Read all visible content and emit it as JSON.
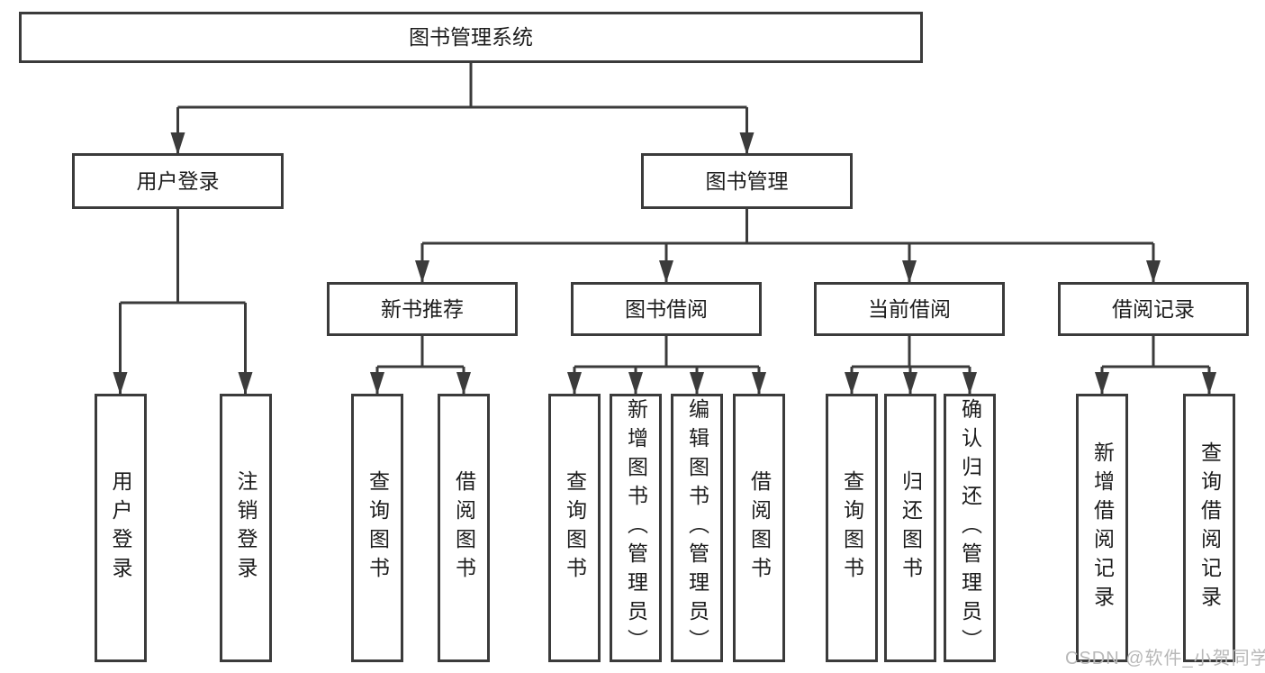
{
  "diagram": {
    "root": {
      "label": "图书管理系统"
    },
    "branches": [
      {
        "label": "用户登录",
        "children": [
          {
            "label": "用户登录"
          },
          {
            "label": "注销登录"
          }
        ]
      },
      {
        "label": "图书管理",
        "children": [
          {
            "label": "新书推荐",
            "children": [
              {
                "label": "查询图书"
              },
              {
                "label": "借阅图书"
              }
            ]
          },
          {
            "label": "图书借阅",
            "children": [
              {
                "label": "查询图书"
              },
              {
                "label": "新增图书（管理员）"
              },
              {
                "label": "编辑图书（管理员）"
              },
              {
                "label": "借阅图书"
              }
            ]
          },
          {
            "label": "当前借阅",
            "children": [
              {
                "label": "查询图书"
              },
              {
                "label": "归还图书"
              },
              {
                "label": "确认归还（管理员）"
              }
            ]
          },
          {
            "label": "借阅记录",
            "children": [
              {
                "label": "新增借阅记录"
              },
              {
                "label": "查询借阅记录"
              }
            ]
          }
        ]
      }
    ]
  },
  "watermark": {
    "text": "CSDN @软件_小贺同学"
  },
  "colors": {
    "line": "#3b3b3b",
    "text": "#1c1c1c",
    "watermark": "#b8b8b8",
    "background": "#ffffff"
  }
}
